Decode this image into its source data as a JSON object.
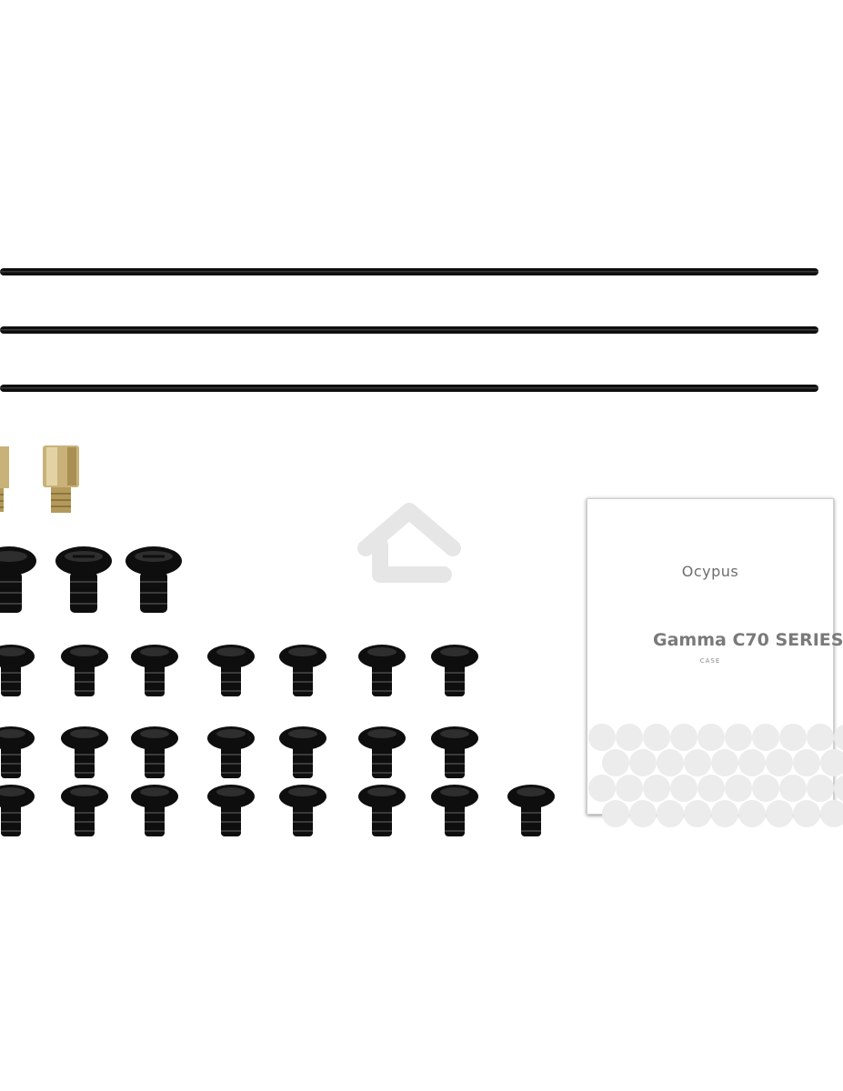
{
  "image": {
    "description_kind": "product accessory kit photo",
    "background_color": "#ffffff"
  },
  "manual": {
    "brand": "Ocypus",
    "title": "Gamma C70 SERIES",
    "subtitle": "CASE"
  },
  "colors": {
    "hardware": "#0e0e0e",
    "brass": "#c9b27a",
    "watermark": "#e6e6e6",
    "pattern": "#ececec"
  },
  "icons": [
    "home-watermark-icon"
  ]
}
